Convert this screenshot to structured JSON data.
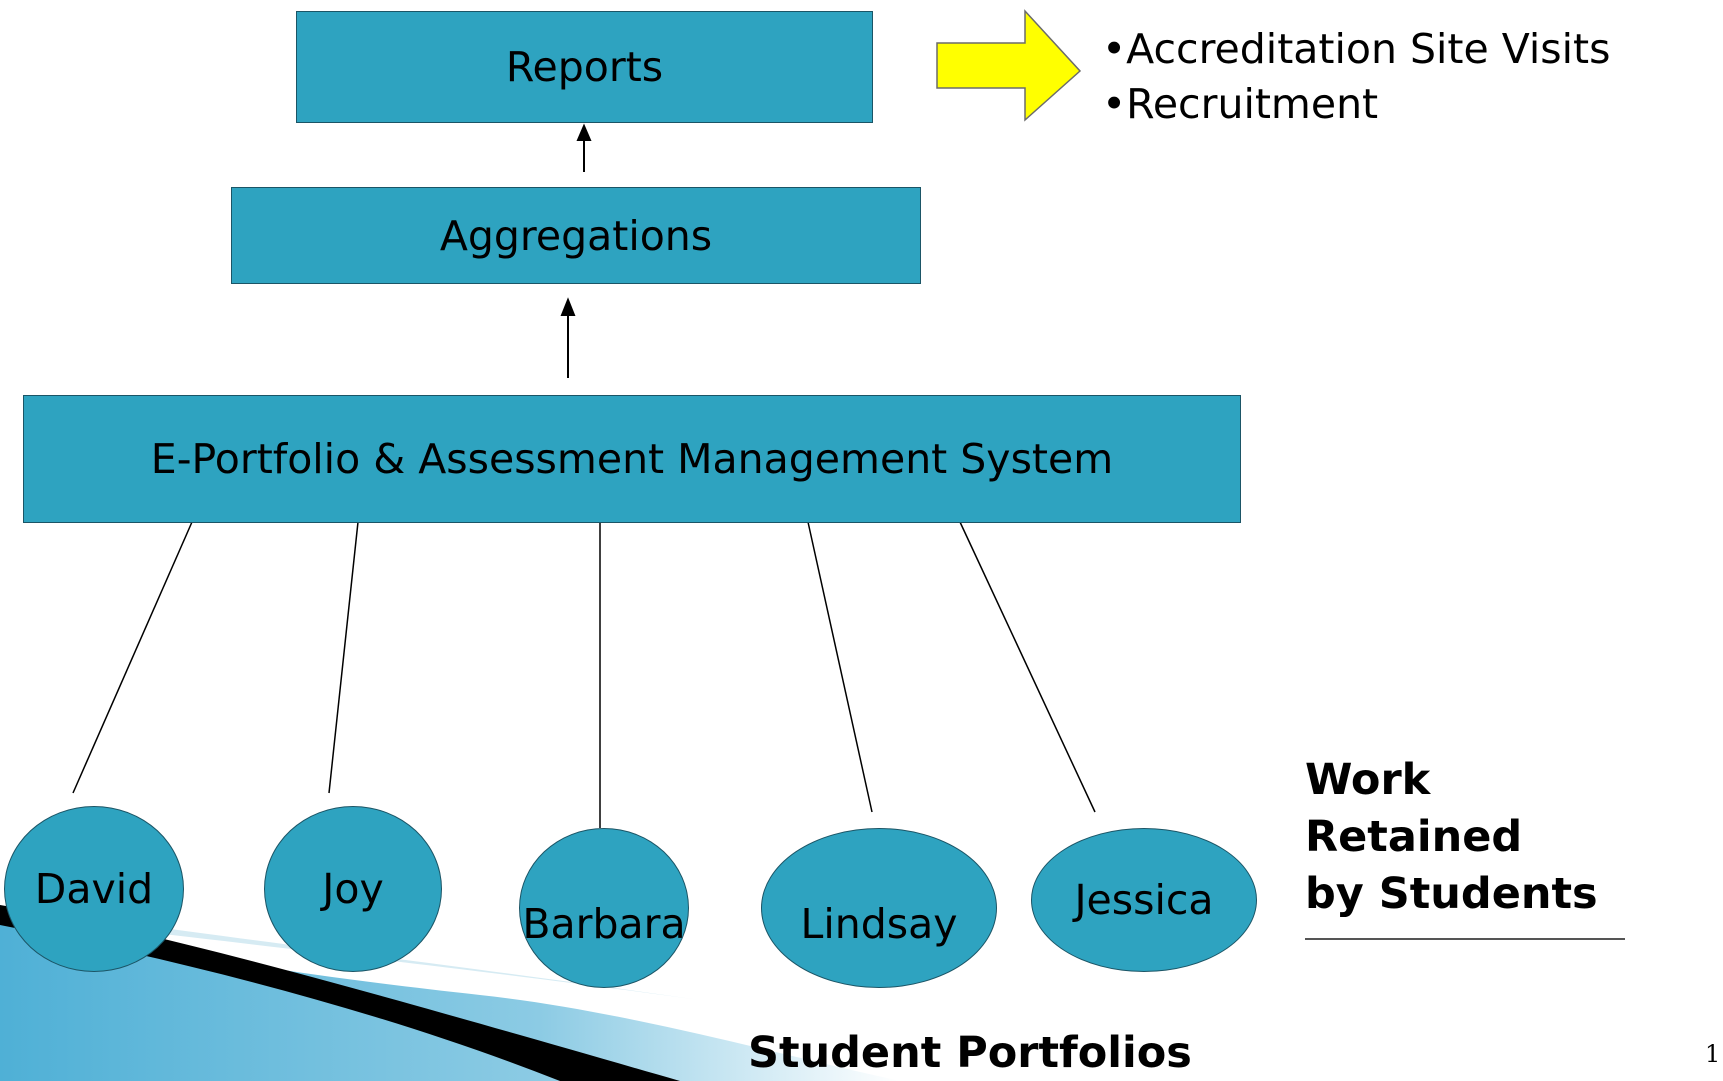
{
  "boxes": {
    "reports": "Reports",
    "aggregations": "Aggregations",
    "system": "E-Portfolio & Assessment Management System"
  },
  "uses": [
    "•Accreditation Site Visits",
    "•Recruitment"
  ],
  "students": [
    "David",
    "Joy",
    "Barbara",
    "Lindsay",
    "Jessica"
  ],
  "work_label": [
    "Work",
    "Retained",
    "by Students"
  ],
  "footer_title": "Student Portfolios",
  "page_number": "1",
  "colors": {
    "box_fill": "#2ea3c0",
    "arrow_fill": "#ffff00",
    "swoosh_dark": "#000000",
    "swoosh_light": "#4fb0d6"
  }
}
